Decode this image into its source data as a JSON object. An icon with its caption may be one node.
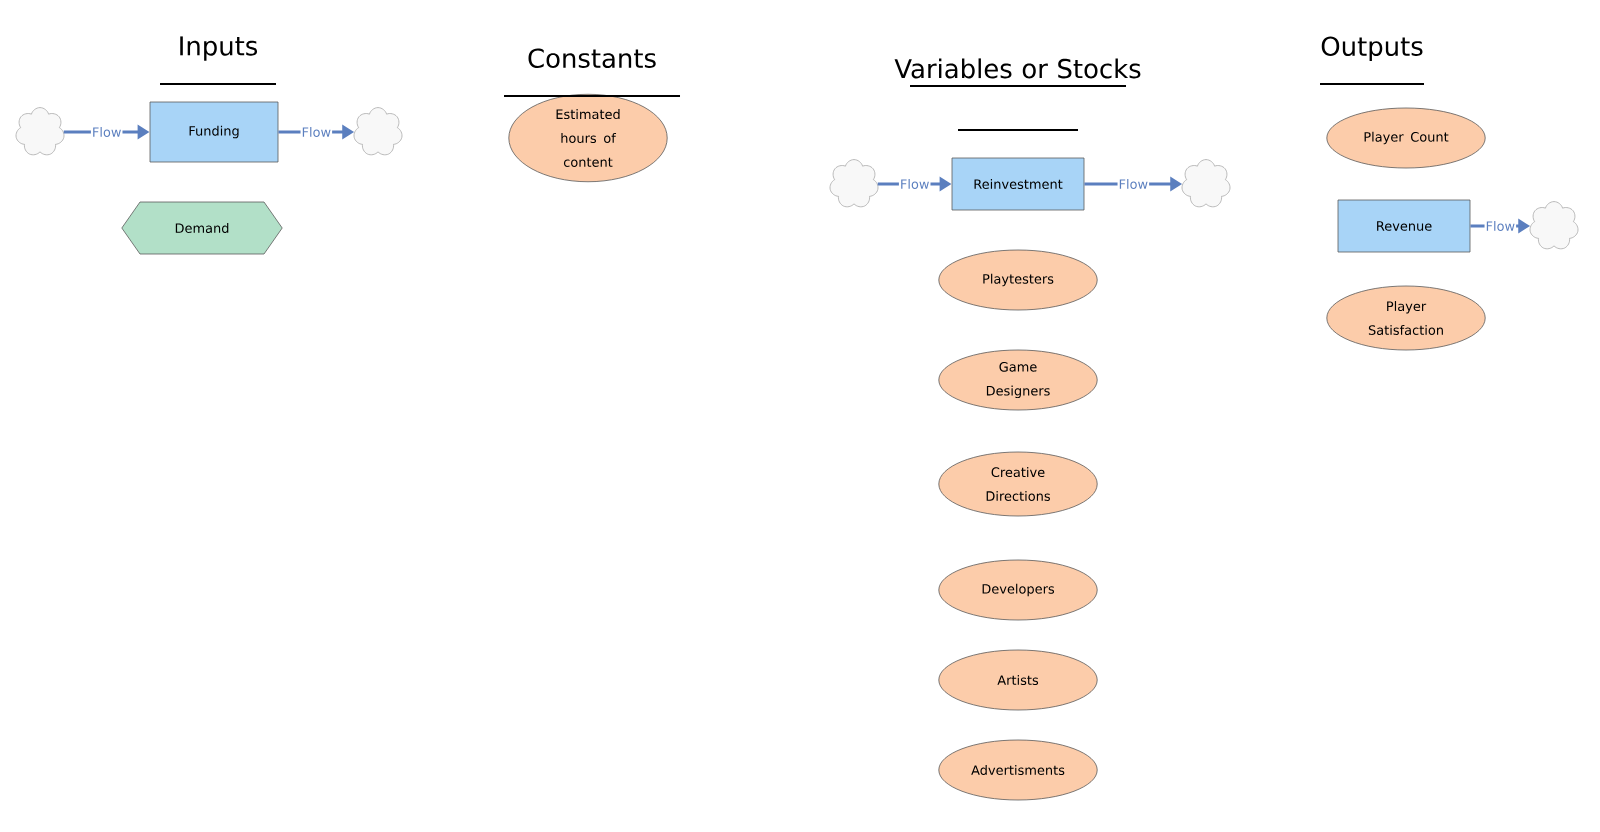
{
  "diagram": {
    "nodes": [
      {
        "text": [],
        "shape": "cloud"
      },
      {
        "text": [
          "Funding"
        ]
      },
      {
        "text": [],
        "shape": "cloud"
      },
      {
        "text": [
          "Demand"
        ]
      },
      {
        "text": [
          "Estimated hours of content"
        ]
      },
      {
        "text": [],
        "shape": "cloud"
      },
      {
        "text": [
          "Reinvestment"
        ]
      },
      {
        "text": [],
        "shape": "cloud"
      },
      {
        "text": [
          "Player Count"
        ]
      },
      {
        "text": [
          "Revenue"
        ]
      },
      {
        "text": [],
        "shape": "cloud"
      },
      {
        "text": [
          "Player Satisfaction"
        ]
      },
      {
        "text": [
          "Playtesters"
        ]
      },
      {
        "text": [
          "Game Designers"
        ]
      },
      {
        "text": [
          "Creative Directions"
        ]
      },
      {
        "text": [
          "Developers"
        ]
      },
      {
        "text": [
          "Artists"
        ]
      },
      {
        "text": [
          "Advertisments"
        ]
      }
    ],
    "edges": [
      {
        "from": 0,
        "to": 1,
        "arrow": "to",
        "label": "Flow"
      },
      {
        "from": 1,
        "to": 2,
        "arrow": "to",
        "label": "Flow"
      },
      {
        "from": 5,
        "to": 6,
        "arrow": "to",
        "label": "Flow"
      },
      {
        "from": 6,
        "to": 7,
        "arrow": "to",
        "label": "Flow"
      },
      {
        "from": 9,
        "to": 10,
        "arrow": "to",
        "label": "Flow"
      }
    ],
    "labels": [
      "Inputs",
      "Constants",
      "Variables or Stocks",
      "Outputs"
    ]
  }
}
